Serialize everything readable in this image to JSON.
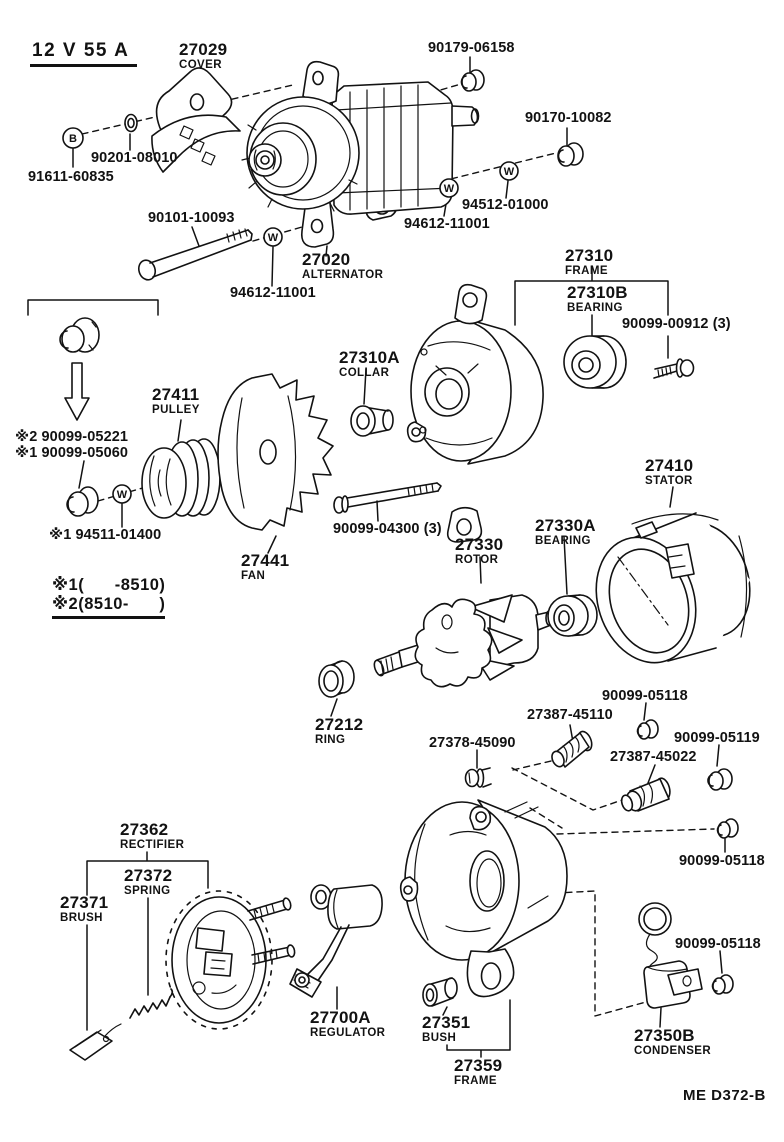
{
  "colors": {
    "ink": "#121212",
    "paper": "#ffffff"
  },
  "spec_label": "12 V  55 A",
  "plate_code": "ME  D372-B",
  "markers": {
    "bolt": "B",
    "washer": "W"
  },
  "footnotes": {
    "line1": "※1(      -8510)",
    "line2": "※2(8510-      )"
  },
  "parts": [
    {
      "key": "cover",
      "number": "27029",
      "name": "COVER"
    },
    {
      "key": "alternator",
      "number": "27020",
      "name": "ALTERNATOR"
    },
    {
      "key": "frame-front",
      "number": "27310",
      "name": "FRAME"
    },
    {
      "key": "bearing-front",
      "number": "27310B",
      "name": "BEARING"
    },
    {
      "key": "collar",
      "number": "27310A",
      "name": "COLLAR"
    },
    {
      "key": "pulley",
      "number": "27411",
      "name": "PULLEY"
    },
    {
      "key": "fan",
      "number": "27441",
      "name": "FAN"
    },
    {
      "key": "rotor",
      "number": "27330",
      "name": "ROTOR"
    },
    {
      "key": "bearing-rear",
      "number": "27330A",
      "name": "BEARING"
    },
    {
      "key": "stator",
      "number": "27410",
      "name": "STATOR"
    },
    {
      "key": "ring",
      "number": "27212",
      "name": "RING"
    },
    {
      "key": "rectifier",
      "number": "27362",
      "name": "RECTIFIER"
    },
    {
      "key": "spring",
      "number": "27372",
      "name": "SPRING"
    },
    {
      "key": "brush",
      "number": "27371",
      "name": "BRUSH"
    },
    {
      "key": "regulator",
      "number": "27700A",
      "name": "REGULATOR"
    },
    {
      "key": "bush",
      "number": "27351",
      "name": "BUSH"
    },
    {
      "key": "frame-rear",
      "number": "27359",
      "name": "FRAME"
    },
    {
      "key": "condenser",
      "number": "27350B",
      "name": "CONDENSER"
    }
  ],
  "fasteners": [
    {
      "text": "90179-06158"
    },
    {
      "text": "90170-10082"
    },
    {
      "text": "90201-08010"
    },
    {
      "text": "91611-60835"
    },
    {
      "text": "90101-10093"
    },
    {
      "text": "94612-11001"
    },
    {
      "text": "94612-11001"
    },
    {
      "text": "94512-01000"
    },
    {
      "text": "90099-00912 (3)"
    },
    {
      "text": "※2 90099-05221"
    },
    {
      "text": "※1 90099-05060"
    },
    {
      "text": "※1 94511-01400"
    },
    {
      "text": "90099-04300 (3)"
    },
    {
      "text": "90099-05118"
    },
    {
      "text": "27387-45110"
    },
    {
      "text": "27378-45090"
    },
    {
      "text": "90099-05119"
    },
    {
      "text": "27387-45022"
    },
    {
      "text": "90099-05118"
    },
    {
      "text": "90099-05118"
    }
  ]
}
